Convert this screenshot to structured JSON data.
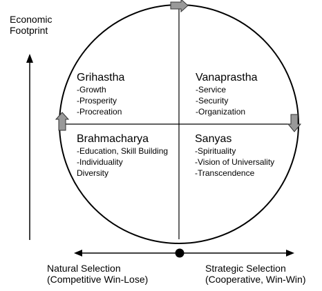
{
  "y_axis_label": [
    "Economic",
    "Footprint"
  ],
  "x_left": {
    "title": "Natural Selection",
    "subtitle": "(Competitive Win-Lose)"
  },
  "x_right": {
    "title": "Strategic Selection",
    "subtitle": "(Cooperative, Win-Win)"
  },
  "quadrants": {
    "top_left": {
      "title": "Grihastha",
      "items": [
        "-Growth",
        "-Prosperity",
        "-Procreation"
      ]
    },
    "top_right": {
      "title": "Vanaprastha",
      "items": [
        "-Service",
        "-Security",
        "-Organization"
      ]
    },
    "bottom_left": {
      "title": "Brahmacharya",
      "items": [
        "-Education, Skill Building",
        "-Individuality",
        "Diversity"
      ]
    },
    "bottom_right": {
      "title": "Sanyas",
      "items": [
        "-Spirituality",
        "-Vision of Universality",
        "-Transcendence"
      ]
    }
  },
  "colors": {
    "stroke": "#000000",
    "arrow_fill": "#999999"
  },
  "icons": [
    "right-block-arrow-icon",
    "up-block-arrow-icon",
    "down-block-arrow-icon",
    "origin-dot-icon"
  ]
}
